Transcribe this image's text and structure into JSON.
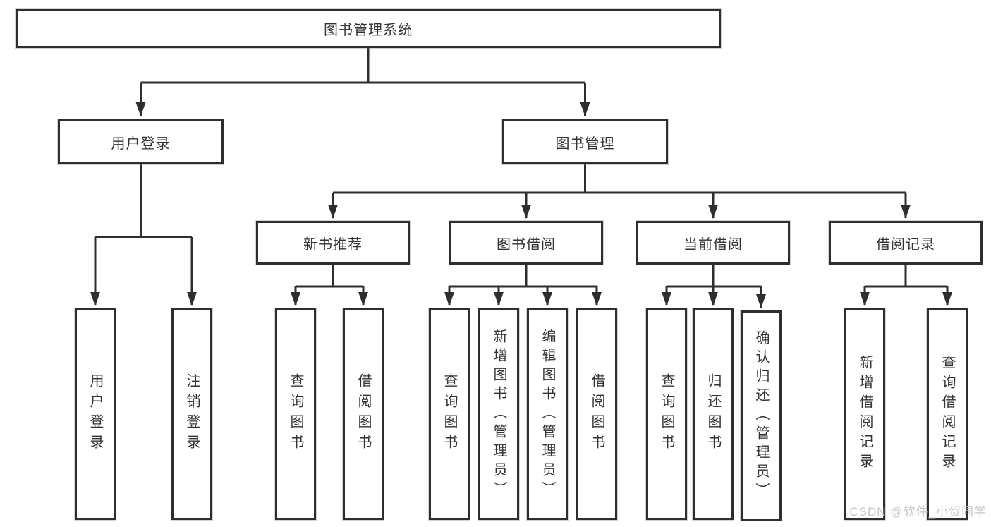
{
  "root": {
    "label": "图书管理系统"
  },
  "user_login": {
    "label": "用户登录",
    "children": [
      {
        "label": "用户登录"
      },
      {
        "label": "注销登录"
      }
    ]
  },
  "book_management": {
    "label": "图书管理",
    "new_books": {
      "label": "新书推荐",
      "children": [
        {
          "label": "查询图书"
        },
        {
          "label": "借阅图书"
        }
      ]
    },
    "borrowing": {
      "label": "图书借阅",
      "children": [
        {
          "label": "查询图书"
        },
        {
          "label": "新增图书（管理员）"
        },
        {
          "label": "编辑图书（管理员）"
        },
        {
          "label": "借阅图书"
        }
      ]
    },
    "current": {
      "label": "当前借阅",
      "children": [
        {
          "label": "查询图书"
        },
        {
          "label": "归还图书"
        },
        {
          "label": "确认归还（管理员）"
        }
      ]
    },
    "records": {
      "label": "借阅记录",
      "children": [
        {
          "label": "新增借阅记录"
        },
        {
          "label": "查询借阅记录"
        }
      ]
    }
  },
  "watermark": {
    "text": "CSDN @软件_小贺同学",
    "color": "#c6c6c6"
  },
  "colors": {
    "line": "#333333",
    "text": "#333333",
    "background": "#ffffff"
  }
}
